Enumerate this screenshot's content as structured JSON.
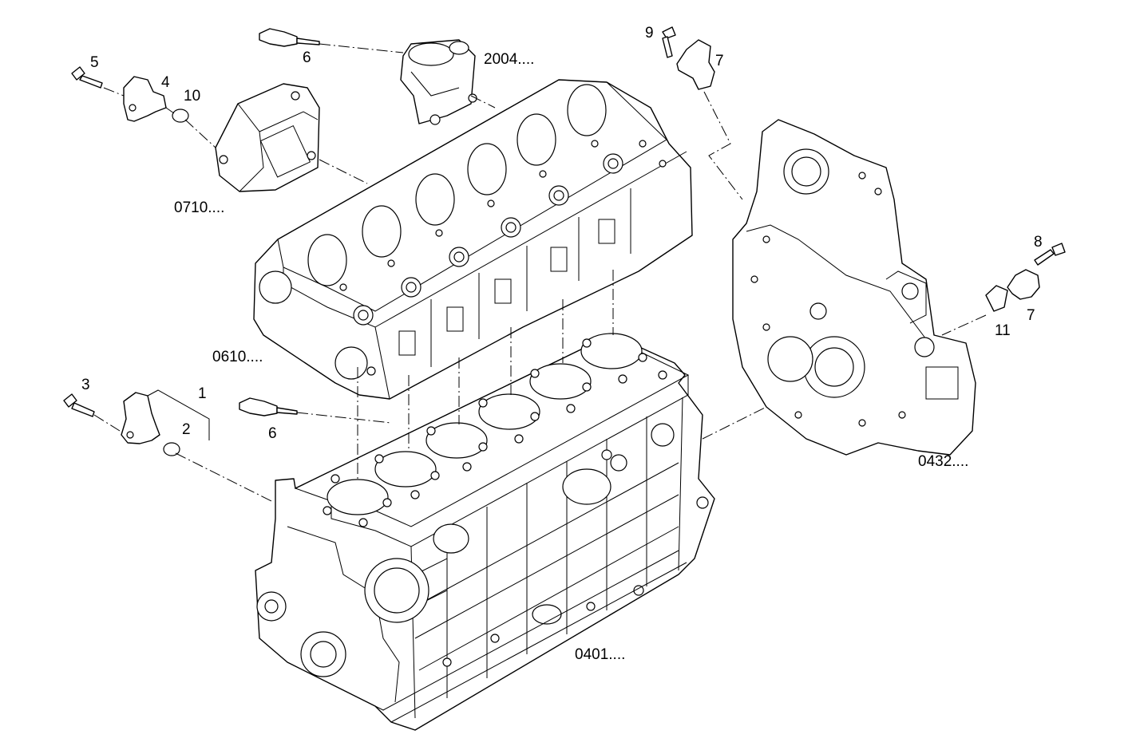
{
  "callouts": {
    "c1": "1",
    "c2": "2",
    "c3": "3",
    "c4": "4",
    "c5": "5",
    "c6a": "6",
    "c6b": "6",
    "c7a": "7",
    "c7b": "7",
    "c8": "8",
    "c9": "9",
    "c10": "10",
    "c11": "11",
    "ref_2004": "2004....",
    "ref_0710": "0710....",
    "ref_0610": "0610....",
    "ref_0432": "0432....",
    "ref_0401": "0401...."
  }
}
